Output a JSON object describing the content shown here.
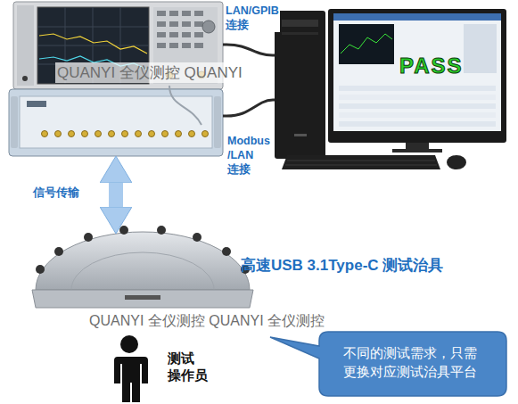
{
  "diagram": {
    "nodes": [
      {
        "text": []
      },
      {
        "text": []
      },
      {
        "text": [
          "PASS"
        ]
      },
      {
        "text": [
          "高速USB 3.1Type-C 测试治具"
        ]
      },
      {
        "text": [
          "测试 操作员"
        ]
      },
      {
        "text": [
          "不同的测试需求，只需更换对应测试治具平台"
        ]
      }
    ],
    "edges": [
      {
        "from": 0,
        "to": 2,
        "arrow": "none",
        "label": "LAN/GPIB 连接"
      },
      {
        "from": 1,
        "to": 2,
        "arrow": "none",
        "label": "Modbus /LAN 连接"
      },
      {
        "from": 1,
        "to": 3,
        "arrow": "both",
        "label": "信号传输"
      }
    ],
    "labels": [
      "QUANYI 全仪测控 QUANYI",
      "QUANYI 全仪测控 QUANYI 全仪测控"
    ]
  }
}
